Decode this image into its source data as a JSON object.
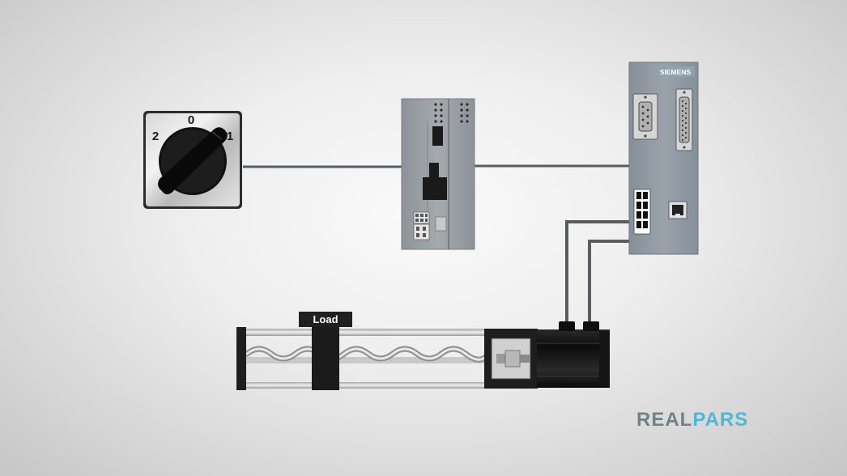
{
  "selector_switch": {
    "positions": [
      "2",
      "0",
      "1"
    ]
  },
  "drive": {
    "brand": "SIEMENS"
  },
  "actuator": {
    "load_label": "Load"
  },
  "brand_logo": {
    "part_light": "REAL",
    "part_dark": "PARS",
    "colors": {
      "light": "#6e8288",
      "accent": "#52b7d6"
    }
  },
  "colors": {
    "wire": "#5a5d60",
    "module_body": "#9aa0a6",
    "drive_body": "#8c96a0",
    "motor": "#1c1c1c"
  }
}
